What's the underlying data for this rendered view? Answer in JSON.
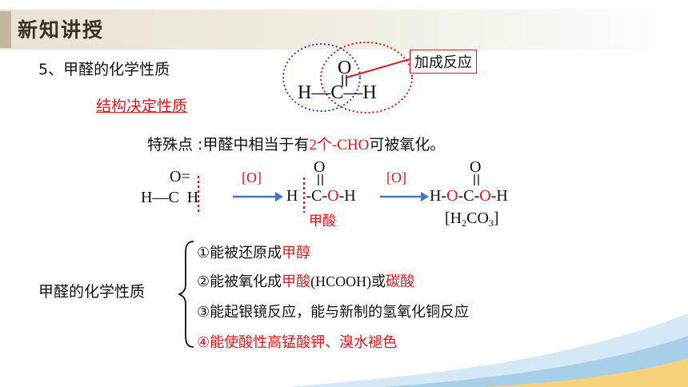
{
  "header": {
    "title": "新知讲授"
  },
  "section": {
    "title": "5、甲醛的化学性质",
    "subtitle": "结构决定性质"
  },
  "structure": {
    "o": "O",
    "left_h": "H",
    "bond_left": "—",
    "c": "C",
    "bond_right": "—",
    "right_h": "H",
    "callout": "加成反应"
  },
  "special_point": {
    "prefix": "特殊点 :甲醛中相当于有",
    "highlight": "2个-CHO",
    "suffix": "可被氧化。"
  },
  "reaction": {
    "formaldehyde": {
      "top": "O=",
      "h1": "H",
      "bond": "—",
      "c": "C",
      "h2": "H"
    },
    "arrow1_label": "[O]",
    "formic": {
      "o_top": "O",
      "h": "H",
      "c": "C",
      "o": "O",
      "h_end": "H",
      "dash": "-",
      "name": "甲酸"
    },
    "arrow2_label": "[O]",
    "carbonic": {
      "h1": "H",
      "o1": "O",
      "c": "C",
      "o_top": "O",
      "o2": "O",
      "h2": "H",
      "dash": "-",
      "formula_open": "[H",
      "formula_sub1": "2",
      "formula_mid": "CO",
      "formula_sub2": "3",
      "formula_close": "]"
    }
  },
  "properties": {
    "label": "甲醛的化学性质",
    "items": [
      {
        "prefix": "①能被还原成",
        "highlight": "甲醇",
        "suffix": ""
      },
      {
        "prefix": "②能被氧化成",
        "highlight": "甲酸",
        "middle": "(HCOOH)或",
        "highlight2": "碳酸"
      },
      {
        "prefix": "③能起银镜反应，能与新制的氢氧化铜反应"
      },
      {
        "prefix": "④能使酸性高锰酸钾、溴水褪色"
      }
    ]
  },
  "colors": {
    "accent_red": "#e8141b",
    "arrow_blue": "#4472c4",
    "ring_blue": "#2a3fd6",
    "header_text": "#3b3325"
  }
}
